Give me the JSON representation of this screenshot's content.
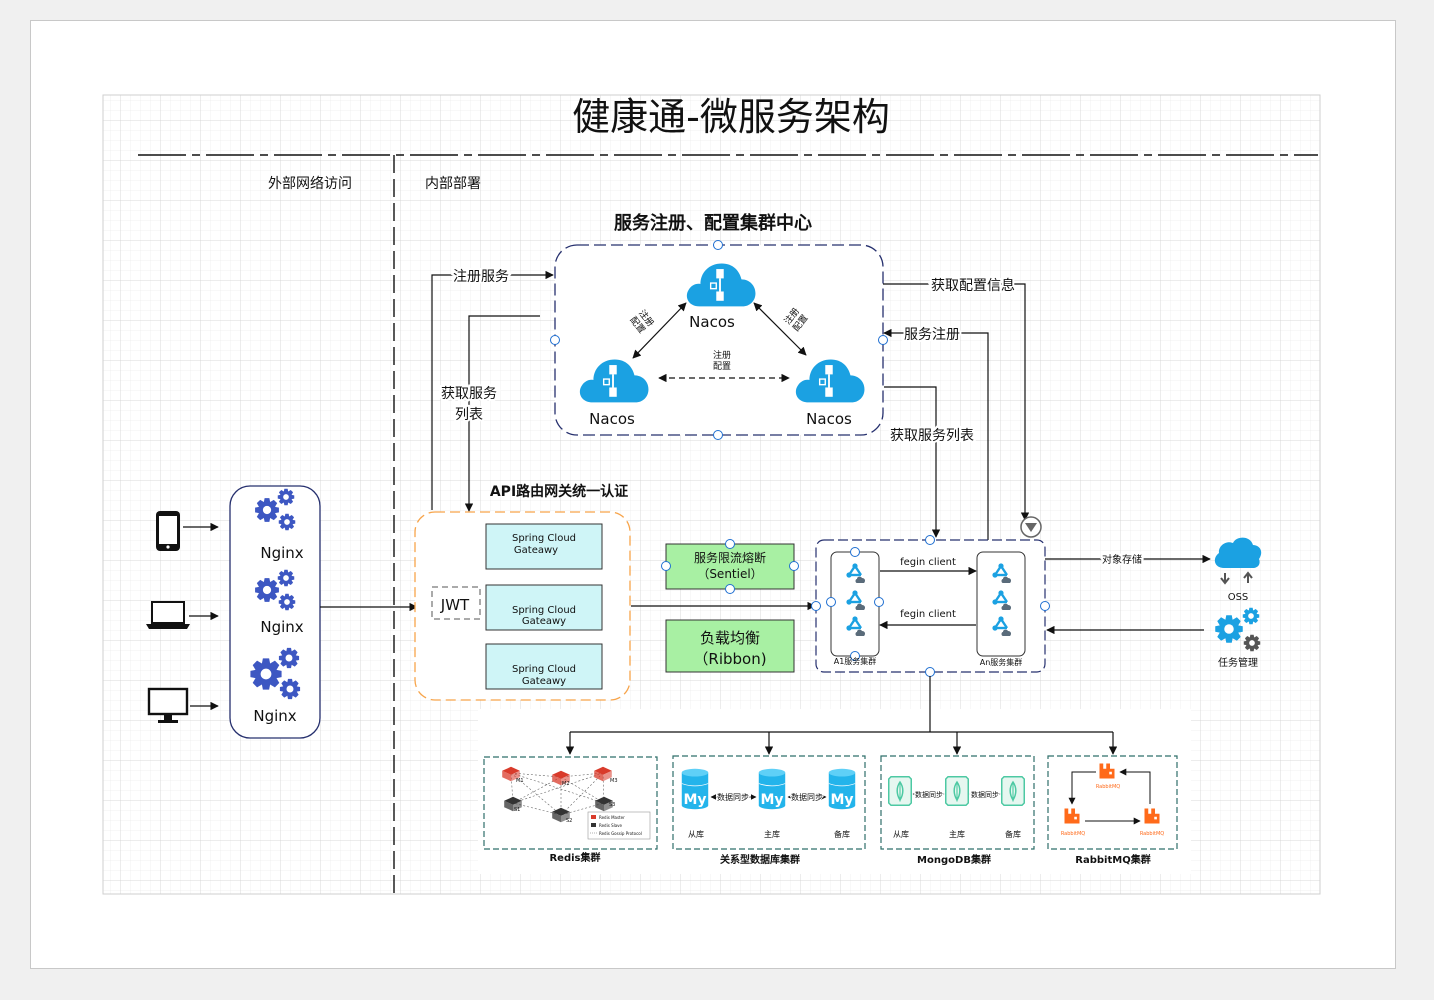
{
  "title": "健康通-微服务架构",
  "zones": {
    "external": "外部网络访问",
    "internal": "内部部署"
  },
  "registry": {
    "title": "服务注册、配置集群中心",
    "nodes": [
      "Nacos",
      "Nacos",
      "Nacos"
    ],
    "sync_label_1": "注册",
    "sync_label_2": "配置"
  },
  "nginx": {
    "labels": [
      "Nginx",
      "Nginx",
      "Nginx"
    ]
  },
  "gateway": {
    "title": "API路由网关统一认证",
    "jwt": "JWT",
    "nodes": [
      {
        "line1": "Spring Cloud",
        "line2": "Gateawy"
      },
      {
        "line1": "Spring Cloud",
        "line2": "Gateawy"
      },
      {
        "line1": "Spring Cloud",
        "line2": "Gateawy"
      }
    ]
  },
  "sentinel": {
    "line1": "服务限流熔断",
    "line2": "（Sentiel）"
  },
  "ribbon": {
    "line1": "负载均衡",
    "line2": "（Ribbon)"
  },
  "services": {
    "cluster_a": "A1服务集群",
    "cluster_b": "An服务集群",
    "fegin_1": "fegin client",
    "fegin_2": "fegin client"
  },
  "edges": {
    "register_service": "注册服务",
    "get_service_list_1": "获取服务",
    "get_service_list_2": "列表",
    "get_config": "获取配置信息",
    "service_register": "服务注册",
    "get_service_list_right": "获取服务列表",
    "object_storage": "对象存储"
  },
  "oss": {
    "label": "OSS"
  },
  "task": {
    "label": "任务管理"
  },
  "redis": {
    "label": "Redis集群",
    "nodes": [
      "M1",
      "M2",
      "M3",
      "S1",
      "S2",
      "S3"
    ],
    "legend": [
      "Redis Master",
      "Redis Slave",
      "Redis Gossip Protocol"
    ]
  },
  "mysql": {
    "label": "关系型数据库集群",
    "roles": [
      "从库",
      "主库",
      "备库"
    ],
    "sync": [
      "数据同步",
      "数据同步"
    ],
    "badge": "My"
  },
  "mongo": {
    "label": "MongoDB集群",
    "roles": [
      "从库",
      "主库",
      "备库"
    ],
    "sync": [
      "数据同步",
      "数据同步"
    ]
  },
  "rabbit": {
    "label": "RabbitMQ集群",
    "node_label": "RabbitMQ"
  },
  "colors": {
    "azure": "#1ba1e2",
    "gear": "#3d57c2",
    "gateway_fill": "#cff5f7",
    "sentinel_fill": "#a8f0a3",
    "orange": "#f7a44a",
    "mysql_blue": "#23b4eb",
    "mongo_green": "#4dc9a3",
    "rabbit_orange": "#ff6a1a",
    "redis_red": "#d93b2b",
    "cluster_teal": "#2f6f6a"
  }
}
